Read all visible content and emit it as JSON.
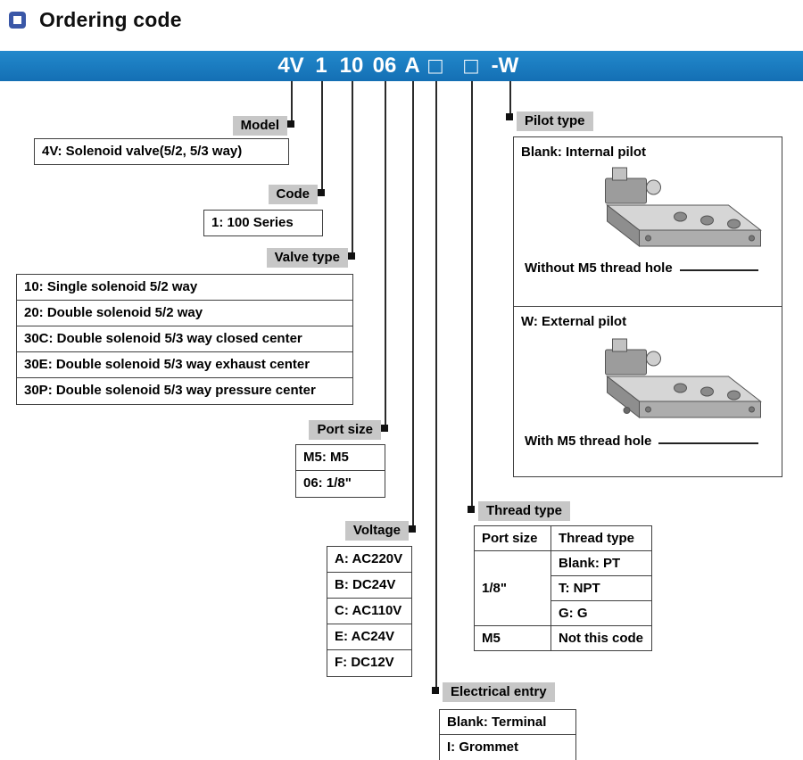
{
  "title": {
    "text": "Ordering code"
  },
  "banner": {
    "parts": [
      "4V",
      "1",
      "10",
      "06",
      "A",
      "□",
      "□",
      "-W"
    ]
  },
  "model": {
    "label": "Model",
    "value": "4V: Solenoid valve(5/2, 5/3 way)"
  },
  "series_code": {
    "label": "Code",
    "value": "1: 100 Series"
  },
  "valve_type": {
    "label": "Valve type",
    "rows": [
      "10: Single solenoid 5/2 way",
      "20: Double solenoid 5/2 way",
      "30C: Double solenoid 5/3 way closed center",
      "30E: Double solenoid 5/3 way exhaust center",
      "30P: Double solenoid 5/3 way pressure center"
    ]
  },
  "port_size": {
    "label": "Port size",
    "rows": [
      "M5: M5",
      "06: 1/8\""
    ]
  },
  "voltage": {
    "label": "Voltage",
    "rows": [
      "A: AC220V",
      "B: DC24V",
      "C: AC110V",
      "E: AC24V",
      "F: DC12V"
    ]
  },
  "thread_type": {
    "label": "Thread type",
    "headers": [
      "Port size",
      "Thread type"
    ],
    "row_1_8_port": "1/8\"",
    "row_1_8_options": [
      "Blank: PT",
      "T: NPT",
      "G: G"
    ],
    "row_m5_port": "M5",
    "row_m5_option": "Not this code"
  },
  "electrical_entry": {
    "label": "Electrical entry",
    "rows": [
      "Blank: Terminal",
      "I: Grommet"
    ]
  },
  "pilot_type": {
    "label": "Pilot type",
    "internal_title": "Blank: Internal pilot",
    "internal_note": "Without M5 thread hole",
    "external_title": "W: External pilot",
    "external_note": "With M5 thread hole"
  },
  "colors": {
    "banner_blue": "#1a7fc2",
    "label_gray": "#c7c7c7",
    "title_icon_blue": "#3a57a7"
  }
}
